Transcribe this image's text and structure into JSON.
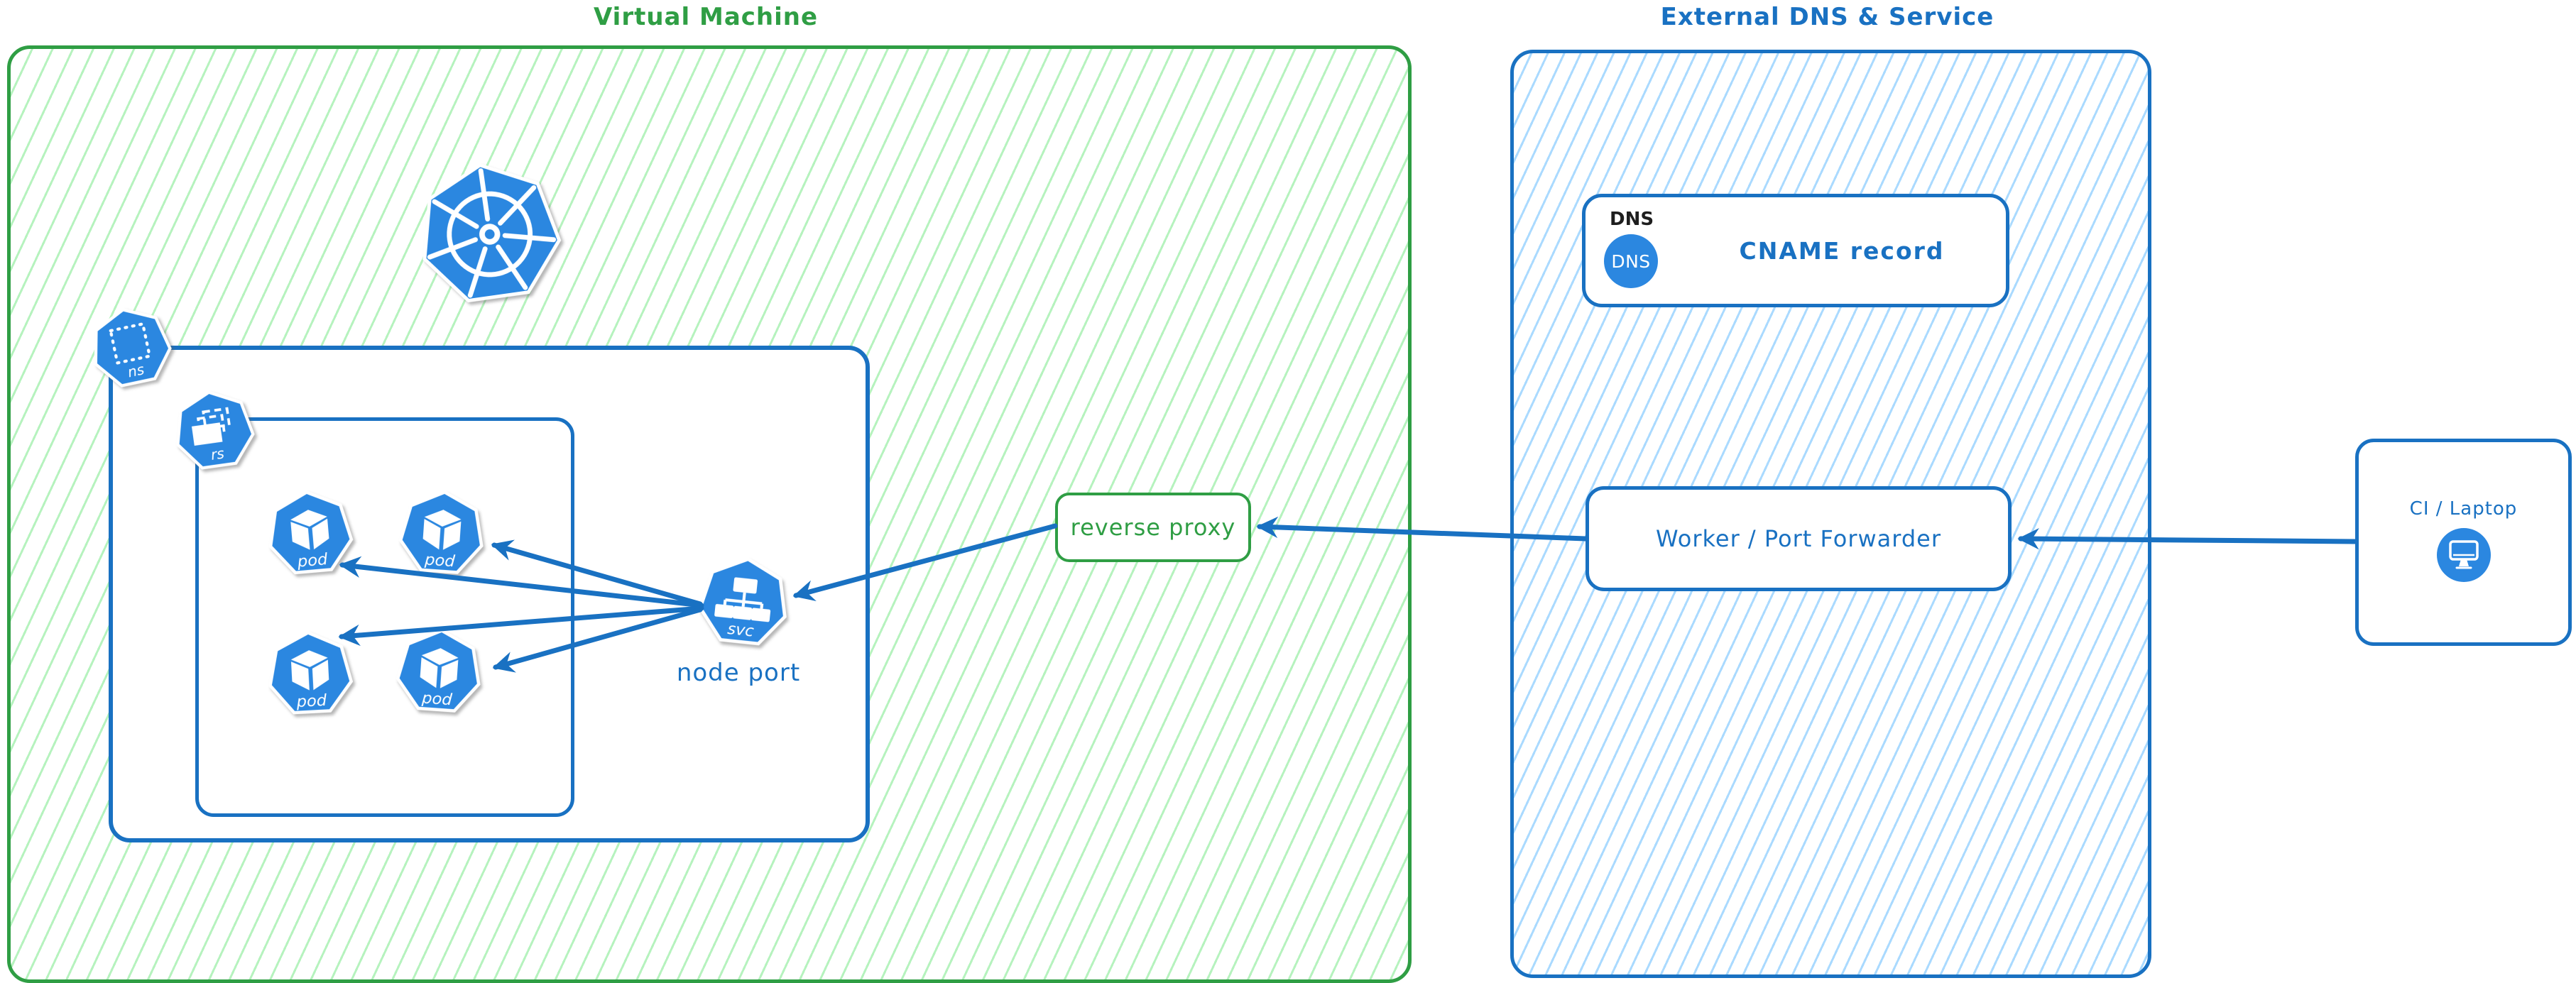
{
  "colors": {
    "green_stroke": "#2f9e44",
    "green_hatch": "#b2f2bb",
    "blue_stroke": "#1971c2",
    "blue_hatch": "#a5d8ff",
    "k8s_blue": "#2b87e0",
    "text_black": "#1e1e1e"
  },
  "vm": {
    "title": "Virtual Machine",
    "reverse_proxy_label": "reverse proxy",
    "node_port_label": "node port",
    "ns_label": "ns",
    "rs_label": "rs",
    "pod_label": "pod",
    "svc_label": "svc"
  },
  "external": {
    "title": "External DNS & Service",
    "dns_tag": "DNS",
    "dns_icon_label": "DNS",
    "cname_label": "CNAME record",
    "worker_label": "Worker / Port Forwarder"
  },
  "client": {
    "label": "CI / Laptop"
  }
}
